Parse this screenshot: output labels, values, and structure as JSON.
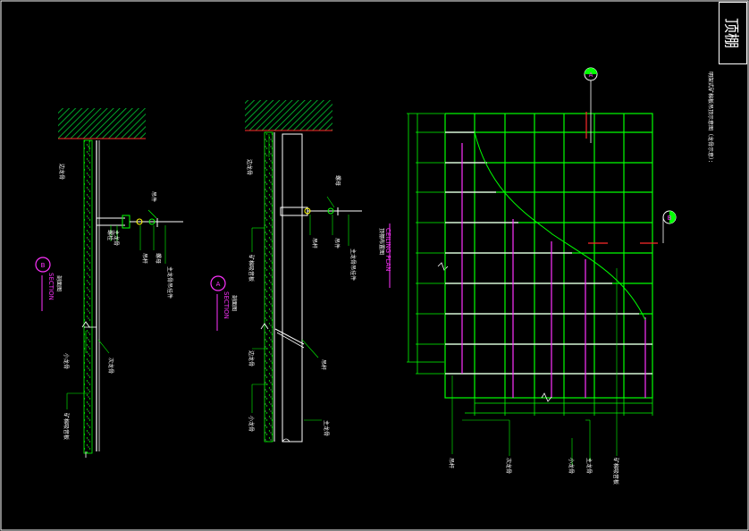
{
  "title": "顶棚",
  "plan": {
    "title_en": "CEILING PLAN",
    "title_cn": "顶棚布置图",
    "note": "明架式矿棉板吊顶示意图（龙骨示意）："
  },
  "section_a": {
    "marker": "A",
    "title_en": "SECTION",
    "title_cn": "剖面图",
    "labels": {
      "edge_keel": "边龙骨",
      "mineral_board": "矿棉吸音板",
      "nut": "螺母",
      "hanger": "吊杆",
      "hanger_part": "吊件",
      "main_keel_hanger": "主龙骨吊挂件",
      "main_keel": "主龙骨",
      "secondary_keel": "次龙骨",
      "small_keel": "小龙骨",
      "hanger_rod": "吊杆"
    }
  },
  "section_b": {
    "marker": "B",
    "title_en": "SECTION",
    "title_cn": "剖面图",
    "labels": {
      "edge_keel": "边龙骨",
      "bolt": "螺栓",
      "main_keel": "主龙骨",
      "hanger": "吊件",
      "hanger_rod": "吊杆",
      "nut": "螺母",
      "main_keel_hanger": "主龙骨吊挂件",
      "small_keel": "小龙骨",
      "secondary_keel": "次龙骨",
      "mineral_board": "矿棉吸音板"
    }
  },
  "plan_labels": {
    "hanger": "吊杆",
    "secondary_keel": "次龙骨",
    "small_keel": "小龙骨",
    "main_keel": "主龙骨",
    "mineral_board": "矿棉吸音板"
  },
  "colors": {
    "background": "#000000",
    "line_green": "#00ff00",
    "line_white": "#ffffff",
    "line_magenta": "#ff33ff",
    "line_red": "#ff2a2a",
    "hatch": "#00cc33"
  }
}
